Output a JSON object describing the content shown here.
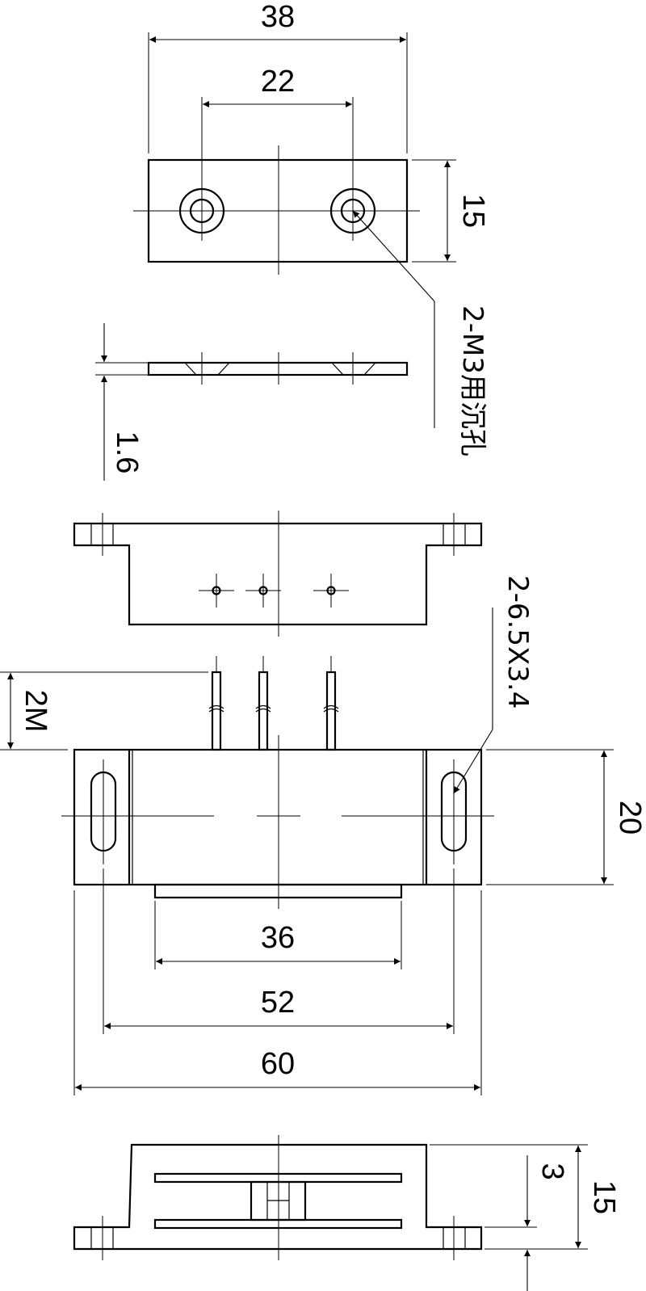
{
  "dimensions": {
    "top_width": "38",
    "hole_spacing": "22",
    "top_height": "15",
    "plate_thickness": "1.6",
    "wire_length": "2M",
    "body_height": "20",
    "magnet_length": "36",
    "slot_spacing": "52",
    "overall_length": "60",
    "bottom_gap": "3",
    "bottom_height": "15"
  },
  "notes": {
    "countersink": "2-M3用沉孔",
    "slots": "2-6.5X3.4"
  }
}
